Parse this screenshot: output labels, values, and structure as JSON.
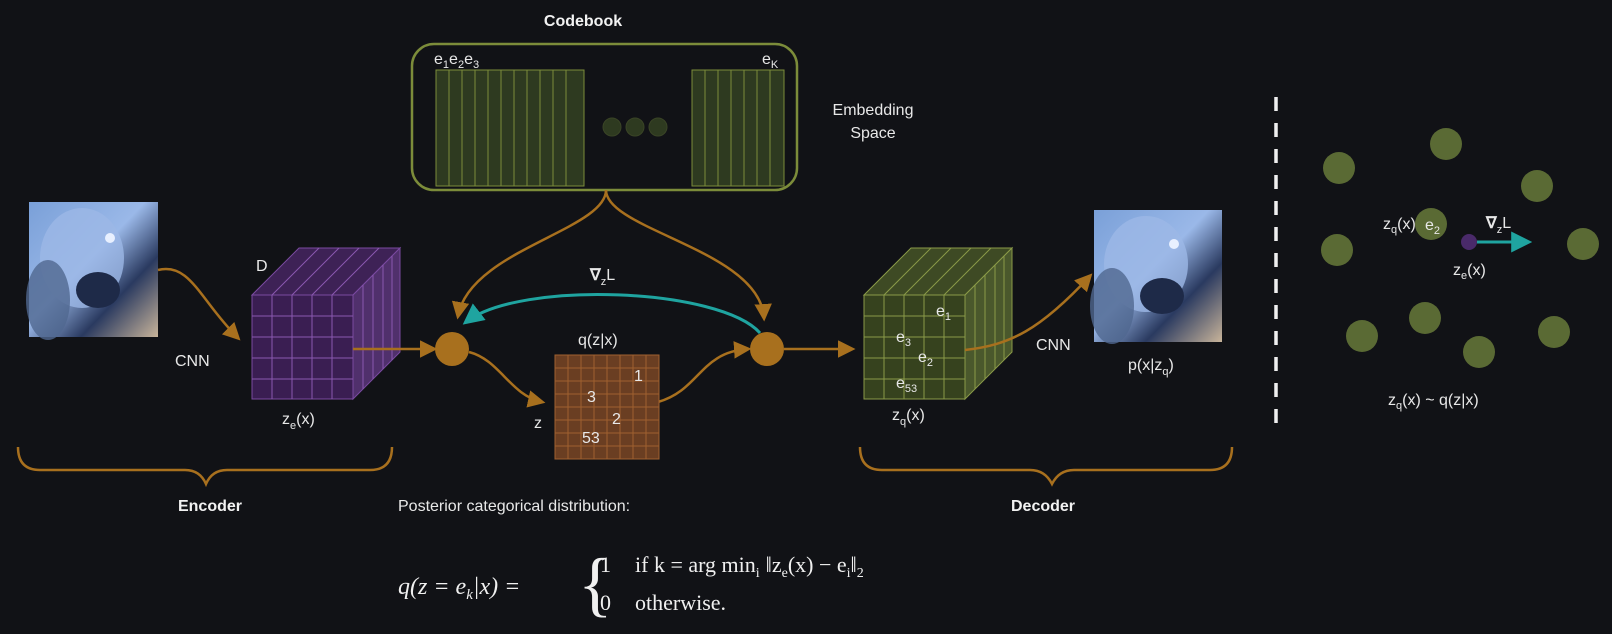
{
  "codebook": {
    "title": "Codebook",
    "embedding_space": [
      "Embedding",
      "Space"
    ],
    "e_labels": [
      "e",
      "1",
      "e",
      "2",
      "e",
      "3"
    ],
    "ek": [
      "e",
      "K"
    ]
  },
  "encoder": {
    "cnn": "CNN",
    "d_label": "D",
    "ze": [
      "z",
      "e",
      "(x)"
    ],
    "section": "Encoder"
  },
  "gradient": [
    "∇",
    "z",
    "L"
  ],
  "posterior": {
    "q_label": "q(z|x)",
    "z_label": "z",
    "cells": [
      "1",
      "3",
      "2",
      "53"
    ]
  },
  "decoder": {
    "cnn": "CNN",
    "zq": [
      "z",
      "q",
      "(x)"
    ],
    "e_cells": [
      "e",
      "1",
      "e",
      "3",
      "e",
      "2",
      "e",
      "53"
    ],
    "px": [
      "p(x|z",
      "q",
      ")"
    ],
    "section": "Decoder"
  },
  "formula": {
    "heading": "Posterior categorical distribution:",
    "lhs": "q(z = e",
    "lhs_sub": "k",
    "lhs_end": "|x) =",
    "case1_val": "1",
    "case1_text": "if k = arg min",
    "case1_sub": "i",
    "case1_norm": "‖z",
    "case1_norm_sub": "e",
    "case1_rest": "(x) − e",
    "case1_rest_sub": "i",
    "case1_end": "‖",
    "case1_end_sub": "2",
    "case0_val": "0",
    "case0_text": "otherwise."
  },
  "space": {
    "zq": [
      "z",
      "q",
      "(x)"
    ],
    "e2": [
      "e",
      "2"
    ],
    "grad": [
      "∇",
      "z",
      "L"
    ],
    "ze": [
      "z",
      "e",
      "(x)"
    ],
    "dist": [
      "z",
      "q",
      "(x) ~ q(z|x)"
    ]
  },
  "colors": {
    "orange": "#a8701e",
    "teal": "#1fa4a0",
    "olive": "#5a6a34",
    "olive_border": "#8a9a48",
    "purple": "#5a2e78",
    "brown": "#6a3e22"
  }
}
